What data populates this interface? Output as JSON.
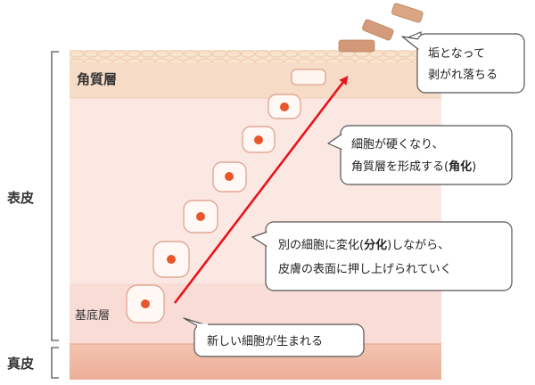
{
  "labels": {
    "epidermis": "表皮",
    "dermis": "真皮",
    "stratum_corneum": "角質層",
    "basal_layer": "基底層"
  },
  "callouts": {
    "shed": {
      "line1": "垢となって",
      "line2": "剥がれ落ちる"
    },
    "harden": {
      "line1": "細胞が硬くなり、",
      "line2_a": "角質層を形成する(",
      "line2_b": "角化",
      "line2_c": ")"
    },
    "differentiate": {
      "line1_a": "別の細胞に変化(",
      "line1_b": "分化",
      "line1_c": ")しながら、",
      "line2": "皮膚の表面に押し上げられていく"
    },
    "born": {
      "line1": "新しい細胞が生まれる"
    }
  },
  "colors": {
    "corneum": "#f6dcc6",
    "epidermis": "#fbeae6",
    "basal": "#f7d8d2",
    "dermis": "#eeb5a1",
    "arrow": "#e8141e",
    "nucleus": "#e8552a",
    "flake": "#d49b7a"
  }
}
